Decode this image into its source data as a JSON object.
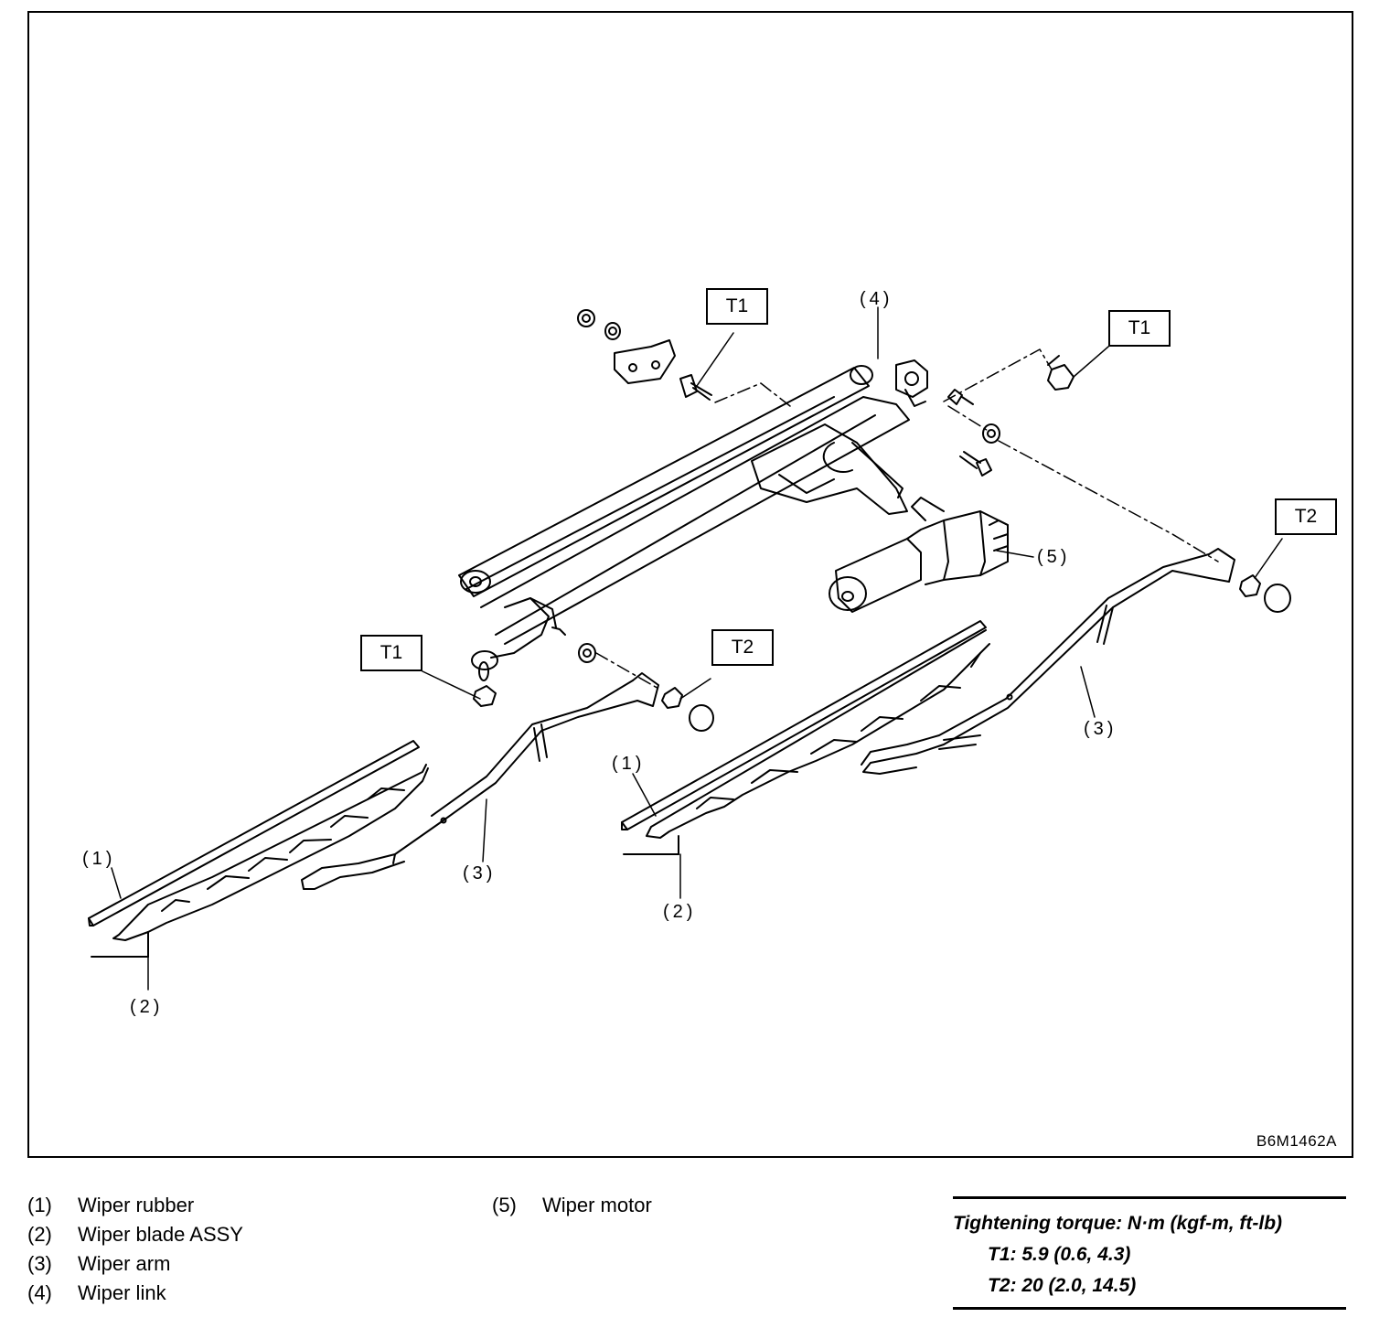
{
  "figure": {
    "code": "B6M1462A",
    "callouts": {
      "c1": "(4)",
      "c2": "(5)",
      "c3": "(1)",
      "c4": "(2)",
      "c5": "(3)",
      "c6": "(1)",
      "c7": "(2)",
      "c8": "(3)"
    },
    "torque_boxes": {
      "t1a": "T1",
      "t1b": "T1",
      "t1c": "T1",
      "t2a": "T2",
      "t2b": "T2"
    }
  },
  "legend": [
    {
      "num": "(1)",
      "label": "Wiper rubber"
    },
    {
      "num": "(2)",
      "label": "Wiper blade ASSY"
    },
    {
      "num": "(3)",
      "label": "Wiper arm"
    },
    {
      "num": "(4)",
      "label": "Wiper link"
    },
    {
      "num": "(5)",
      "label": "Wiper motor"
    }
  ],
  "torque": {
    "heading": "Tightening torque: N·m (kgf-m, ft-lb)",
    "t1": "T1: 5.9 (0.6, 4.3)",
    "t2": "T2: 20 (2.0, 14.5)"
  }
}
